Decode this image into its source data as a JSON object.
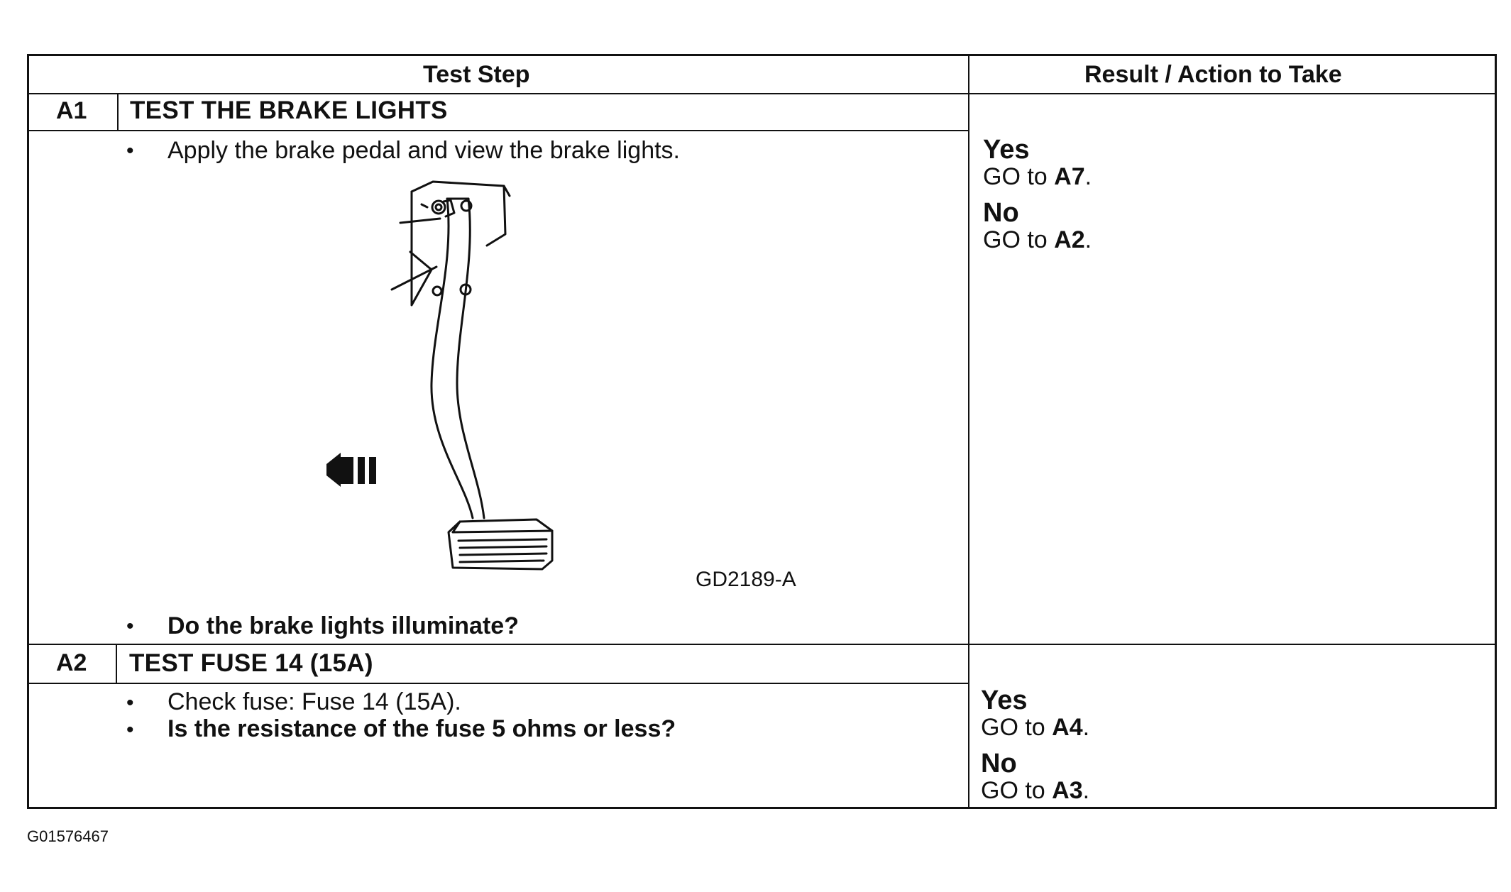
{
  "headers": {
    "test_step": "Test Step",
    "result_action": "Result / Action to Take"
  },
  "steps": [
    {
      "id": "A1",
      "title": "TEST THE BRAKE LIGHTS",
      "bullets": [
        {
          "text": "Apply the brake pedal and view the brake lights.",
          "bold": false
        },
        {
          "text": "Do the brake lights illuminate?",
          "bold": true
        }
      ],
      "figure_code": "GD2189-A",
      "results": [
        {
          "answer": "Yes",
          "goto_text": "GO to",
          "target": "A7",
          "punct": "."
        },
        {
          "answer": "No",
          "goto_text": "GO to",
          "target": "A2",
          "punct": "."
        }
      ]
    },
    {
      "id": "A2",
      "title": "TEST FUSE 14 (15A)",
      "bullets": [
        {
          "text": "Check fuse: Fuse 14 (15A).",
          "bold": false
        },
        {
          "text": "Is the resistance of the fuse 5 ohms or less?",
          "bold": true
        }
      ],
      "results": [
        {
          "answer": "Yes",
          "goto_text": "GO to",
          "target": "A4",
          "punct": "."
        },
        {
          "answer": "No",
          "goto_text": "GO to",
          "target": "A3",
          "punct": "."
        }
      ]
    }
  ],
  "bullet_symbol": "•",
  "footer_code": "G01576467"
}
